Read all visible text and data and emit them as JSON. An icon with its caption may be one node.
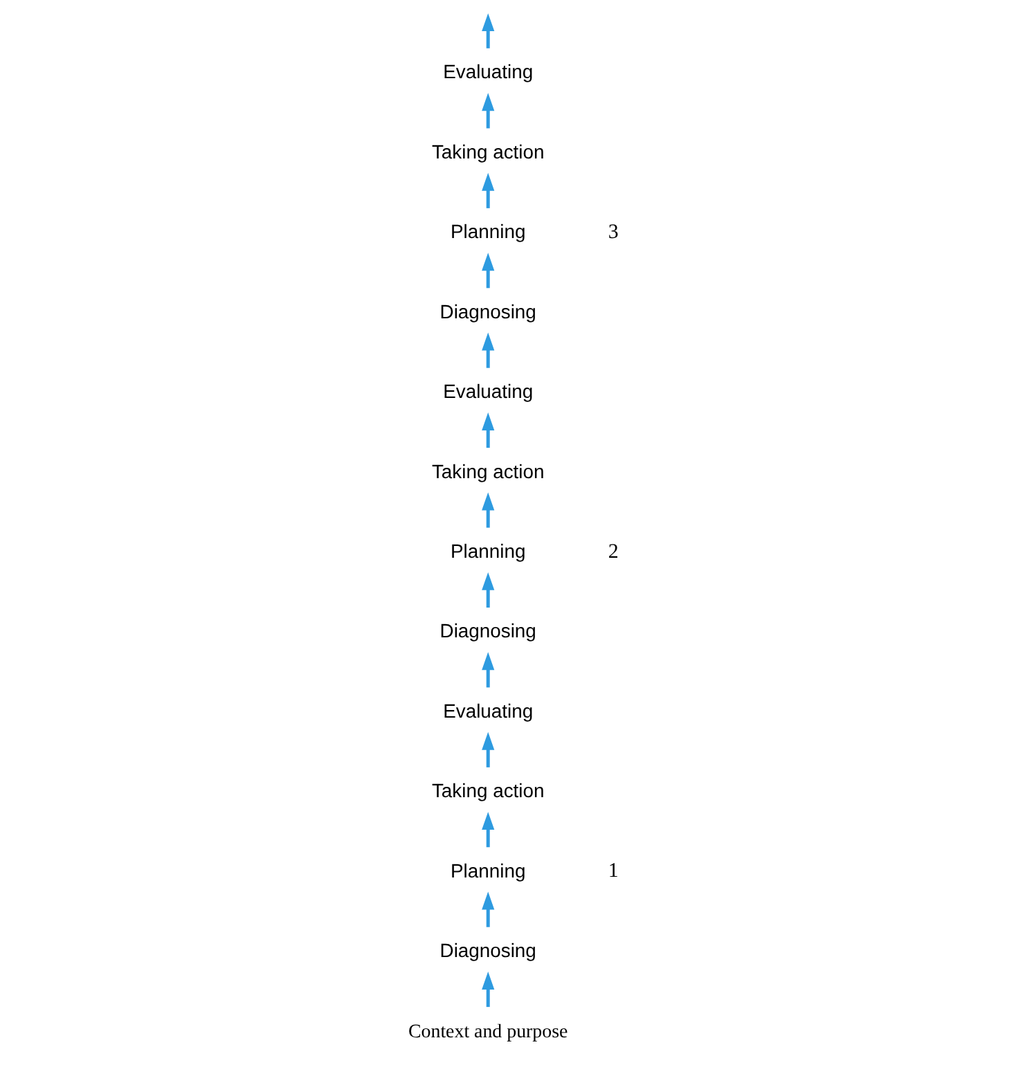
{
  "diagram": {
    "nodes": [
      {
        "text": [
          "Context and purpose"
        ]
      },
      {
        "text": [
          "Diagnosing"
        ]
      },
      {
        "text": [
          "Planning"
        ]
      },
      {
        "text": [
          "Taking action"
        ]
      },
      {
        "text": [
          "Evaluating"
        ]
      },
      {
        "text": [
          "Diagnosing"
        ]
      },
      {
        "text": [
          "Planning"
        ]
      },
      {
        "text": [
          "Taking action"
        ]
      },
      {
        "text": [
          "Evaluating"
        ]
      },
      {
        "text": [
          "Diagnosing"
        ]
      },
      {
        "text": [
          "Planning"
        ]
      },
      {
        "text": [
          "Taking action"
        ]
      },
      {
        "text": [
          "Evaluating"
        ]
      }
    ],
    "edges": [
      {
        "from": 0,
        "to": 1,
        "arrow": "to"
      },
      {
        "from": 1,
        "to": 2,
        "arrow": "to"
      },
      {
        "from": 2,
        "to": 3,
        "arrow": "to"
      },
      {
        "from": 3,
        "to": 4,
        "arrow": "to"
      },
      {
        "from": 4,
        "to": 5,
        "arrow": "to"
      },
      {
        "from": 5,
        "to": 6,
        "arrow": "to"
      },
      {
        "from": 6,
        "to": 7,
        "arrow": "to"
      },
      {
        "from": 7,
        "to": 8,
        "arrow": "to"
      },
      {
        "from": 8,
        "to": 9,
        "arrow": "to"
      },
      {
        "from": 9,
        "to": 10,
        "arrow": "to"
      },
      {
        "from": 10,
        "to": 11,
        "arrow": "to"
      },
      {
        "from": 11,
        "to": 12,
        "arrow": "to"
      },
      {
        "from": 12,
        "to": null,
        "arrow": "to"
      }
    ],
    "labels": [
      "3",
      "2",
      "1"
    ]
  }
}
